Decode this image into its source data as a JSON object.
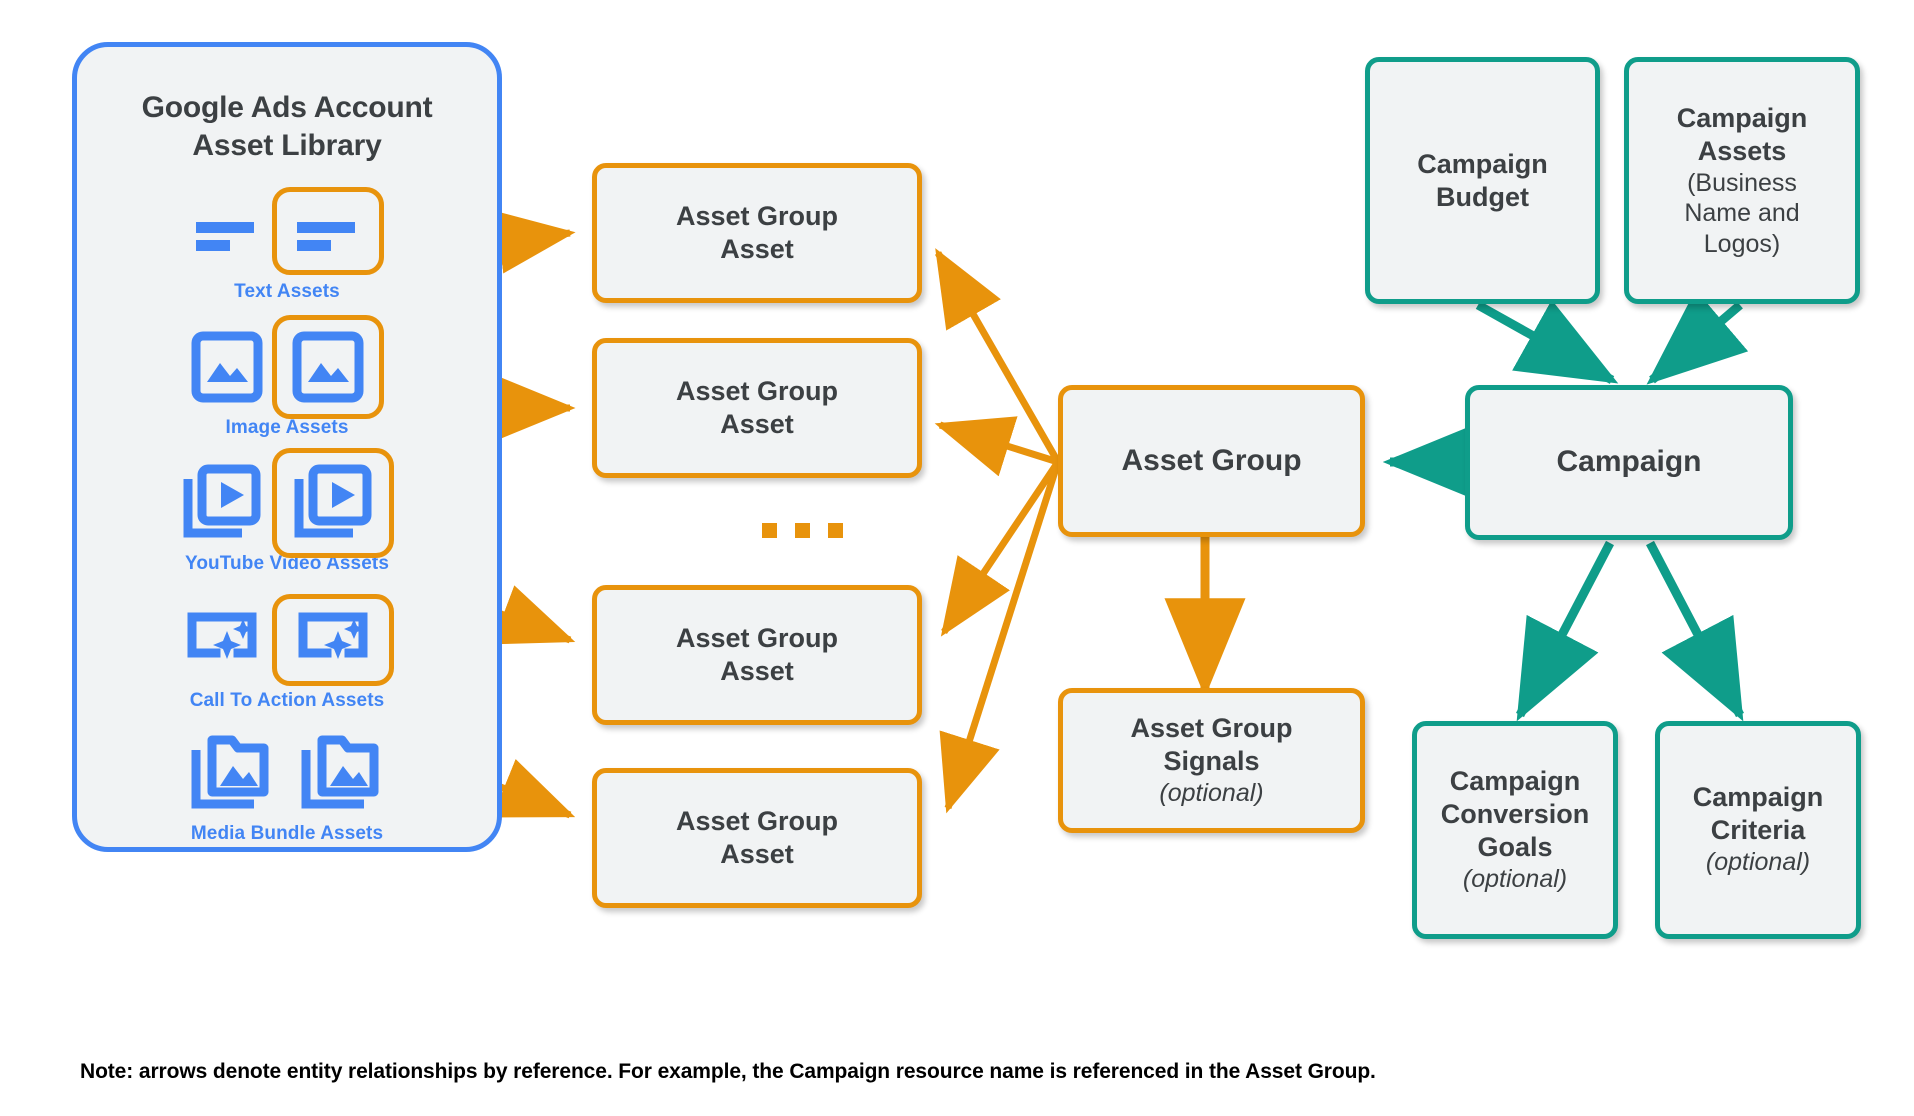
{
  "colors": {
    "blue": "#4285f4",
    "orange": "#e8930c",
    "teal": "#0f9d8a",
    "box_fill": "#f1f3f4",
    "text_dark": "#3c4043"
  },
  "library": {
    "title_line1": "Google Ads Account",
    "title_line2": "Asset Library",
    "assets": [
      {
        "label": "Text Assets",
        "icon": "text-lines-icon"
      },
      {
        "label": "Image Assets",
        "icon": "image-icon"
      },
      {
        "label": "YouTube Video  Assets",
        "icon": "video-play-stack-icon"
      },
      {
        "label": "Call To Action Assets",
        "icon": "call-to-action-sparkle-icon"
      },
      {
        "label": "Media Bundle  Assets",
        "icon": "media-folder-stack-icon"
      }
    ]
  },
  "asset_group_assets": [
    {
      "line1": "Asset Group",
      "line2": "Asset"
    },
    {
      "line1": "Asset Group",
      "line2": "Asset"
    },
    {
      "line1": "Asset Group",
      "line2": "Asset"
    },
    {
      "line1": "Asset Group",
      "line2": "Asset"
    }
  ],
  "ellipsis": "...",
  "nodes": {
    "asset_group": {
      "label": "Asset Group"
    },
    "asset_group_signals": {
      "line1": "Asset Group",
      "line2": "Signals",
      "optional": "(optional)"
    },
    "campaign": {
      "label": "Campaign"
    },
    "campaign_budget": {
      "line1": "Campaign",
      "line2": "Budget"
    },
    "campaign_assets": {
      "line1": "Campaign",
      "line2": "Assets",
      "sub1": "(Business",
      "sub2": "Name and",
      "sub3": "Logos)"
    },
    "campaign_conversion_goals": {
      "line1": "Campaign",
      "line2": "Conversion",
      "line3": "Goals",
      "optional": "(optional)"
    },
    "campaign_criteria": {
      "line1": "Campaign",
      "line2": "Criteria",
      "optional": "(optional)"
    }
  },
  "footnote": "Note: arrows denote entity relationships by reference. For example, the Campaign resource name is referenced in the Asset Group."
}
